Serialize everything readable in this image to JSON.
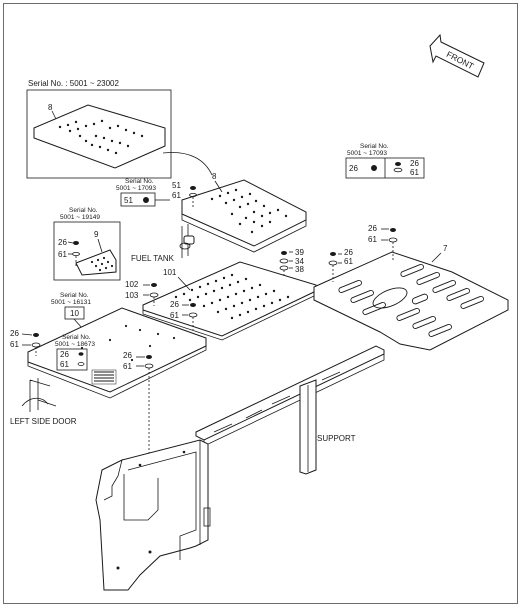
{
  "title": "",
  "direction_arrow": {
    "label": "FRONT"
  },
  "inset_top": {
    "serial": "Serial No. : 5001 ~ 23002",
    "part": "8"
  },
  "inset_left": {
    "serial_title": "Serial No.",
    "serial_range": "5001 ~ 19149",
    "parts": [
      "26",
      "61",
      "9"
    ]
  },
  "inset_right": {
    "serial_title": "Serial No.",
    "serial_range": "5001 ~ 17093",
    "parts": [
      "26",
      "26",
      "61"
    ]
  },
  "small_serials": [
    {
      "title": "Serial No.",
      "range": "5001 ~ 17093",
      "part": "51"
    },
    {
      "title": "Serial No.",
      "range": "5001 ~ 16131",
      "part": "10"
    },
    {
      "title": "Serial No.",
      "range": "5001 ~ 18673",
      "parts": [
        "26",
        "61"
      ]
    }
  ],
  "callouts": {
    "c8": "8",
    "c51": "51",
    "c61a": "61",
    "c39": "39",
    "c34": "34",
    "c38": "38",
    "c101": "101",
    "c102": "102",
    "c103": "103",
    "c26a": "26",
    "c61b": "61",
    "c26b": "26",
    "c61c": "61",
    "c26c": "26",
    "c61d": "61",
    "c7": "7",
    "c26d": "26",
    "c61e": "61",
    "c26e": "26",
    "c61f": "61"
  },
  "labels": {
    "fuel_tank": "FUEL TANK",
    "left_side_door": "LEFT SIDE DOOR",
    "support": "SUPPORT"
  },
  "colors": {
    "line": "#1a1a1a",
    "background": "#ffffff",
    "border": "#6b6b6b"
  }
}
